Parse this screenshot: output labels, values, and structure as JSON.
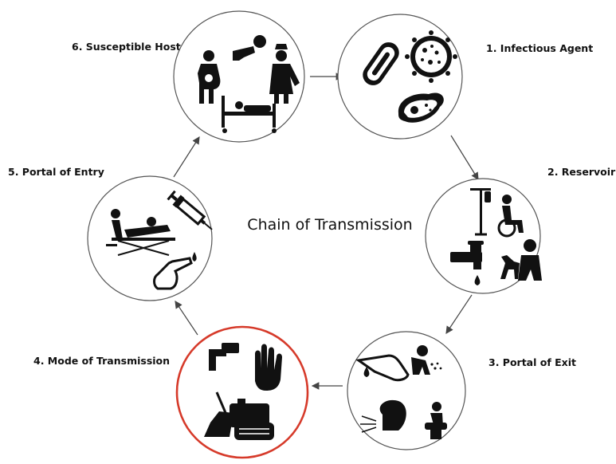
{
  "title": "Chain of Transmission",
  "nodes": [
    {
      "label": "1. Infectious Agent",
      "icons": [
        "bacillus-icon",
        "virus-icon",
        "amoeba-icon"
      ]
    },
    {
      "label": "2. Reservoir",
      "icons": [
        "iv-pole-icon",
        "wheelchair-user-icon",
        "faucet-icon",
        "person-with-dog-icon"
      ]
    },
    {
      "label": "3. Portal of Exit",
      "icons": [
        "blood-drop-finger-icon",
        "vomiting-person-icon",
        "coughing-person-icon",
        "toilet-person-icon"
      ]
    },
    {
      "label": "4. Mode of Transmission",
      "icons": [
        "tap-icon",
        "hand-icon",
        "broom-icon",
        "cleaning-supplies-icon"
      ]
    },
    {
      "label": "5. Portal of Entry",
      "icons": [
        "surgery-table-icon",
        "syringe-icon",
        "finger-prick-icon"
      ]
    },
    {
      "label": "6. Susceptible Host",
      "icons": [
        "pregnant-woman-icon",
        "crawling-baby-icon",
        "nurse-icon",
        "hospital-bed-icon"
      ]
    }
  ],
  "highlight": {
    "node": "4. Mode of Transmission",
    "color": "#d63a2a"
  }
}
